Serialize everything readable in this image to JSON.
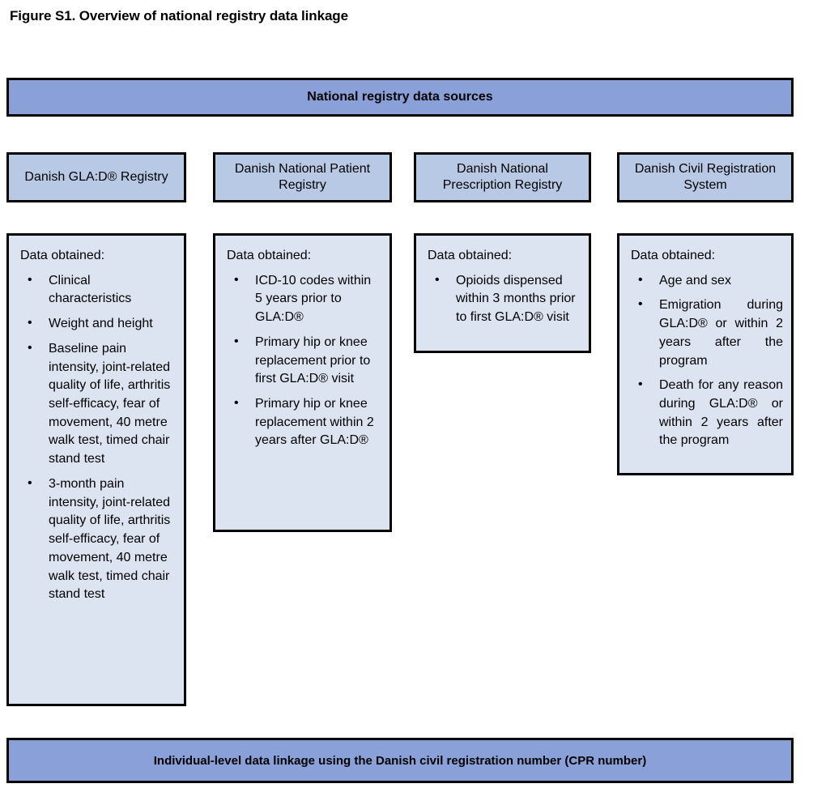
{
  "figure": {
    "title": "Figure S1. Overview of national registry data linkage"
  },
  "top_banner": {
    "label": "National registry data sources"
  },
  "bottom_banner": {
    "label": "Individual-level data linkage using the Danish civil registration number (CPR number)"
  },
  "data_heading": "Data obtained:",
  "colors": {
    "banner_blue": "#89a1d8",
    "registry_box_blue": "#b8c9e5",
    "data_box_blue": "#dce4f1",
    "border_black": "#000000",
    "page_background": "#ffffff"
  },
  "columns": [
    {
      "registry_name": "Danish GLA:D® Registry",
      "heading": "Data obtained:",
      "items": [
        "Clinical characteristics",
        "Weight and height",
        "Baseline pain intensity, joint-related quality of life, arthritis self-efficacy, fear of movement, 40 metre walk test, timed chair stand test",
        "3-month pain intensity, joint-related quality of life, arthritis self-efficacy, fear of movement, 40 metre walk test, timed chair stand test"
      ]
    },
    {
      "registry_name": "Danish National Patient Registry",
      "heading": "Data obtained:",
      "items": [
        "ICD-10 codes within 5 years prior to GLA:D®",
        "Primary hip or knee replacement prior to first GLA:D® visit",
        "Primary hip or knee replacement within 2 years after GLA:D®"
      ]
    },
    {
      "registry_name": "Danish National Prescription Registry",
      "heading": "Data obtained:",
      "items": [
        "Opioids dispensed within 3 months prior to first GLA:D® visit"
      ]
    },
    {
      "registry_name": "Danish Civil Registration System",
      "heading": "Data obtained:",
      "items": [
        "Age and sex",
        "Emigration during GLA:D® or within 2 years after the program",
        "Death for any reason during GLA:D® or within 2 years after the program"
      ]
    }
  ]
}
